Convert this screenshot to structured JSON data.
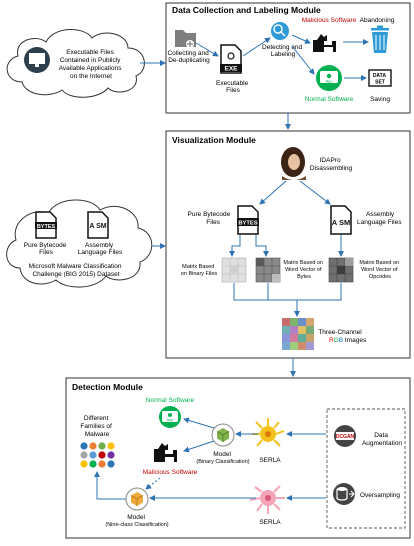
{
  "colors": {
    "arrow": "#2e74b5",
    "malicious": "#c00000",
    "normal": "#00b050",
    "rgb_r": "#ff0000",
    "rgb_g": "#00b050",
    "rgb_b": "#0070c0"
  },
  "modules": {
    "collection": {
      "title": "Data Collection and Labeling Module",
      "collecting": [
        "Collecting and",
        "De-duplicating"
      ],
      "executable": [
        "Executable",
        "Files"
      ],
      "detecting": [
        "Detecting and",
        "Labeling"
      ],
      "malicious": "Malicious Software",
      "normal": "Normal Software",
      "abandoning": "Abandoning",
      "saving": "Saving",
      "exe_tag": "EXE",
      "dataset_tag": [
        "DATA",
        "SET"
      ],
      "app_tag": "App"
    },
    "visualization": {
      "title": "Visualization Module",
      "idapro": [
        "IDAPro",
        "Disassembling"
      ],
      "pure_bytecode": [
        "Pure Bytecode",
        "Files"
      ],
      "assembly": [
        "Assembly",
        "Language Files"
      ],
      "matrix_binary": [
        "Matrix Based",
        "on Binary Files"
      ],
      "matrix_bytes": [
        "Matrix Based on",
        "Word Vector of",
        "Bytes"
      ],
      "matrix_opcodes": [
        "Matrix Based on",
        "Word Vector of",
        "Opcodes"
      ],
      "three_channel": "Three-Channel",
      "rgb_r": "R",
      "rgb_g": "G",
      "rgb_b": "B",
      "images": "Images",
      "bytes_tag": "BYTES",
      "asm_tag": "A SM"
    },
    "detection": {
      "title": "Detection Module",
      "normal": "Normal Software",
      "malicious": "Malicious Software",
      "families": [
        "Different",
        "Families of",
        "Malware"
      ],
      "model_binary": [
        "Model",
        "(Binary Classification)"
      ],
      "model_nine": [
        "Model",
        "(Nine-class Classification)"
      ],
      "serla": "SERLA",
      "augmentation": [
        "Data",
        "Augmentation"
      ],
      "oversampling": "Oversampling",
      "gan_tag": "DCGAN",
      "app_tag": "App"
    }
  },
  "clouds": {
    "internet": [
      "Executable Files",
      "Contained in Publicly",
      "Available Applications",
      "on the Internet"
    ],
    "microsoft": {
      "bytes_label": [
        "Pure Bytecode",
        "Files"
      ],
      "asm_label": [
        "Assembly",
        "Language Files"
      ],
      "dataset": [
        "Microsoft Malware Classification",
        "Challenge (BIG 2015) Dataset"
      ],
      "bytes_tag": "BYTES",
      "asm_tag": "A SM"
    }
  }
}
